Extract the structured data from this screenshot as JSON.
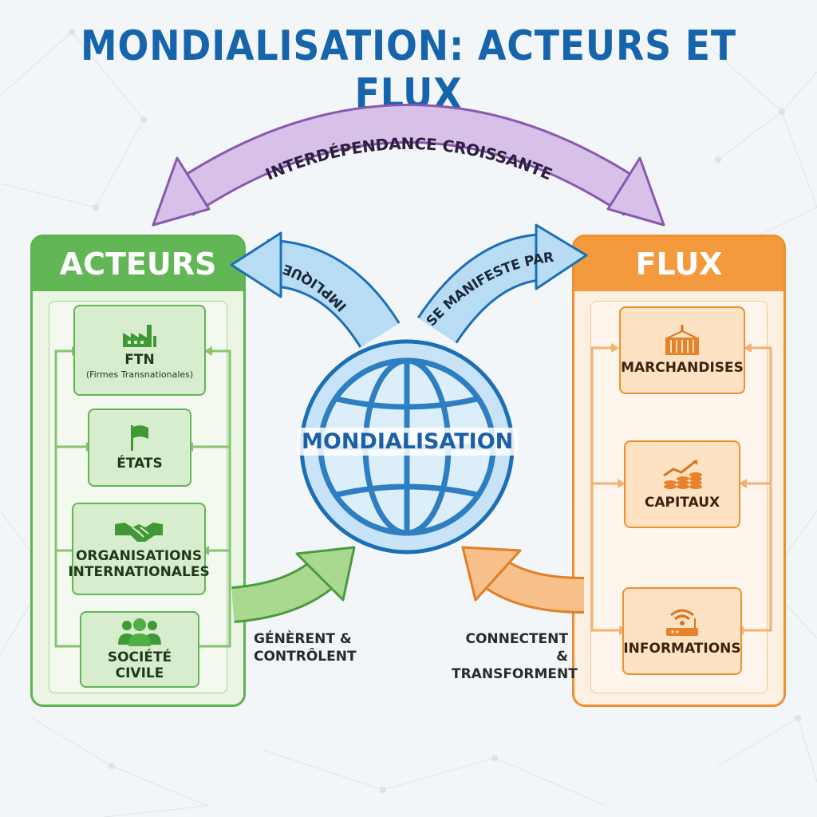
{
  "title": "MONDIALISATION: ACTEURS ET FLUX",
  "top_arrow_label": "INTERDÉPENDANCE CROISSANTE",
  "center": {
    "label": "MONDIALISATION",
    "arrow_left_label": "IMPLIQUE",
    "arrow_right_label": "SE MANIFESTE PAR"
  },
  "acteurs": {
    "header": "ACTEURS",
    "items": [
      {
        "label": "FTN",
        "sublabel": "(Firmes Transnationales)",
        "icon": "factory-icon"
      },
      {
        "label": "ÉTATS",
        "icon": "flag-icon"
      },
      {
        "label": "ORGANISATIONS INTERNATIONALES",
        "icon": "handshake-icon"
      },
      {
        "label": "SOCIÉTÉ CIVILE",
        "icon": "people-group-icon"
      }
    ],
    "arrow_caption": "GÉNÈRENT & CONTRÔLENT"
  },
  "flux": {
    "header": "FLUX",
    "items": [
      {
        "label": "MARCHANDISES",
        "icon": "shipping-container-icon"
      },
      {
        "label": "CAPITAUX",
        "icon": "coins-chart-icon"
      },
      {
        "label": "INFORMATIONS",
        "icon": "wifi-router-icon"
      }
    ],
    "arrow_caption": "CONNECTENT & TRANSFORMENT"
  },
  "colors": {
    "title": "#1664ac",
    "green": "#62b655",
    "orange": "#f49a3e",
    "purple": "#b88fd4",
    "blue": "#9cc9ec"
  }
}
